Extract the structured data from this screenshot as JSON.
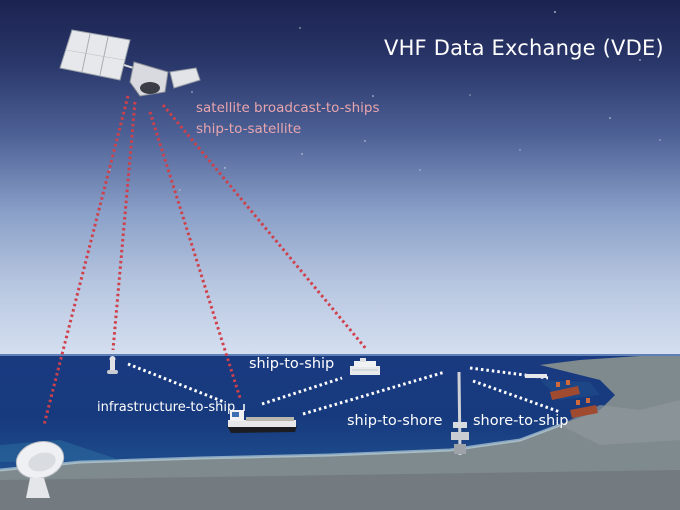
{
  "title": "VHF Data Exchange (VDE)",
  "satellite_links": {
    "downlink": "satellite broadcast-to-ships",
    "uplink": "ship-to-satellite"
  },
  "terrestrial_links": {
    "infrastructure_to_ship": "infrastructure-to-ship",
    "ship_to_ship": "ship-to-ship",
    "ship_to_shore": "ship-to-shore",
    "shore_to_ship": "shore-to-ship"
  },
  "nodes": [
    "satellite",
    "ground-station-dish",
    "buoy",
    "cargo-ship",
    "passenger-ferry",
    "shore-tower",
    "port-ships"
  ],
  "colors": {
    "satellite_link": "#d0404a",
    "terrestrial_link": "#ffffff",
    "satellite_label": "#e8a5ad",
    "title": "#ffffff"
  }
}
